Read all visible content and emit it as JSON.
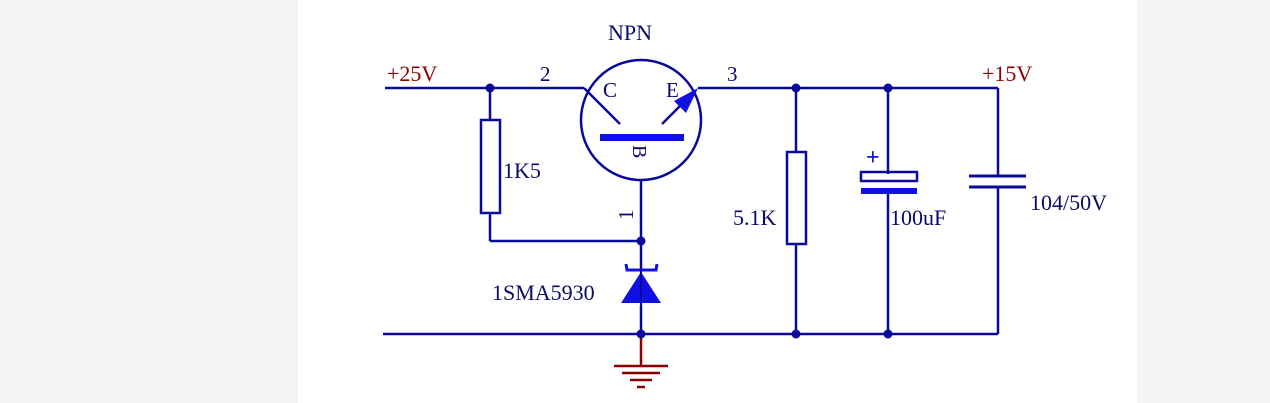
{
  "title": "NPN",
  "nets": {
    "input": "+25V",
    "output": "+15V"
  },
  "pins": {
    "collector": "2",
    "emitter": "3",
    "base": "1"
  },
  "transistor_letters": {
    "c": "C",
    "e": "E",
    "b": "B"
  },
  "components": {
    "bias_resistor": "1K5",
    "zener": "1SMA5930",
    "load_resistor": "5.1K",
    "electrolytic_cap": "100uF",
    "ceramic_cap": "104/50V",
    "polarity_mark": "+"
  },
  "colors": {
    "wire": "#0a0a9a",
    "symbol": "#1010e0",
    "net_label": "#8b0000",
    "ground": "#8b0000",
    "text": "#0a0a6a"
  }
}
